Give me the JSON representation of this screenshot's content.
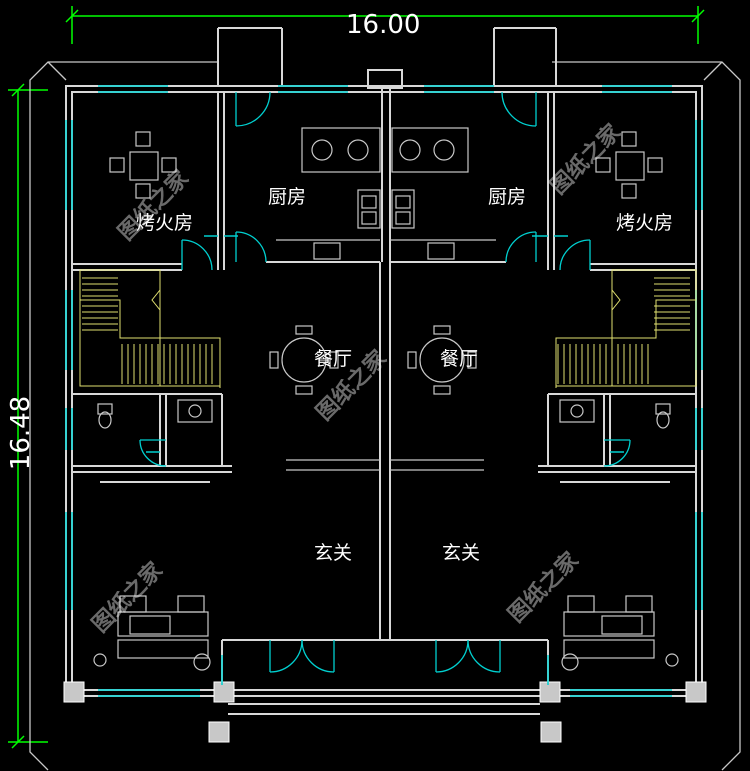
{
  "dimensions": {
    "width_label": "16.00",
    "height_label": "16.48"
  },
  "rooms": {
    "grill_left": "烤火房",
    "kitchen_left": "厨房",
    "kitchen_right": "厨房",
    "grill_right": "烤火房",
    "dining_left": "餐厅",
    "dining_right": "餐厅",
    "foyer_left": "玄关",
    "foyer_right": "玄关"
  },
  "watermark": "图纸之家",
  "colors": {
    "wall": "#d8d8d8",
    "window": "#00d0d0",
    "furniture": "#b8b8b8",
    "stair": "#e0e070",
    "dim_line": "#00ff00",
    "text": "#ffffff"
  }
}
